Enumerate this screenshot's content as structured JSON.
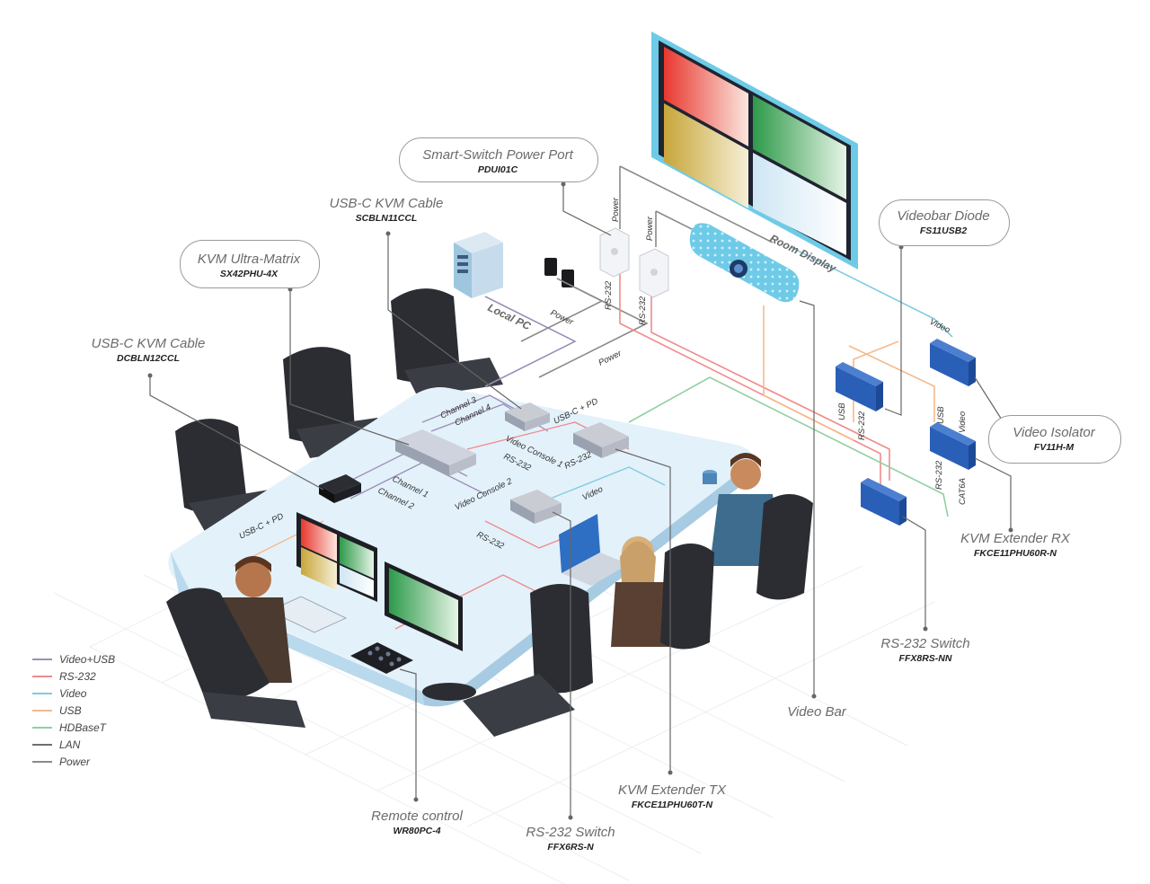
{
  "callouts": {
    "power_port": {
      "title": "Smart-Switch Power Port",
      "code": "PDUI01C"
    },
    "usbc_cable_1": {
      "title": "USB-C KVM Cable",
      "code": "SCBLN11CCL"
    },
    "kvm_matrix": {
      "title": "KVM Ultra-Matrix",
      "code": "SX42PHU-4X"
    },
    "usbc_cable_2": {
      "title": "USB-C KVM Cable",
      "code": "DCBLN12CCL"
    },
    "videobar_diode": {
      "title": "Videobar Diode",
      "code": "FS11USB2"
    },
    "video_isolator": {
      "title": "Video Isolator",
      "code": "FV11H-M"
    },
    "kvm_extender_rx": {
      "title": "KVM Extender RX",
      "code": "FKCE11PHU60R-N"
    },
    "rs232_switch_nn": {
      "title": "RS-232 Switch",
      "code": "FFX8RS-NN"
    },
    "video_bar": {
      "title": "Video Bar"
    },
    "kvm_extender_tx": {
      "title": "KVM Extender TX",
      "code": "FKCE11PHU60T-N"
    },
    "rs232_switch_n": {
      "title": "RS-232 Switch",
      "code": "FFX6RS-N"
    },
    "remote_control": {
      "title": "Remote control",
      "code": "WR80PC-4"
    }
  },
  "wire_labels": {
    "room_display": "Room Display",
    "local_pc": "Local PC",
    "power": "Power",
    "rs232": "RS-232",
    "channel_1": "Channel 1",
    "channel_2": "Channel 2",
    "channel_3": "Channel 3",
    "channel_4": "Channel 4",
    "usbc_pd": "USB-C + PD",
    "video_console_1": "Video Console 1",
    "video_console_2": "Video Console 2",
    "video": "Video",
    "usb": "USB",
    "cat6a": "CAT6A"
  },
  "legend": [
    {
      "label": "Video+USB",
      "color": "#9a8fb8"
    },
    {
      "label": "RS-232",
      "color": "#f08a8a"
    },
    {
      "label": "Video",
      "color": "#7fcbe0"
    },
    {
      "label": "USB",
      "color": "#f5b98a"
    },
    {
      "label": "HDBaseT",
      "color": "#8fd0a0"
    },
    {
      "label": "LAN",
      "color": "#6f6f6f"
    },
    {
      "label": "Power",
      "color": "#8a8a8a"
    }
  ],
  "colors": {
    "device_blue": "#2a5fb8",
    "device_grey": "#b9bec8",
    "table_top": "#e3f1fa",
    "display_frame": "#6ecbe8",
    "chair": "#2b2d33"
  }
}
